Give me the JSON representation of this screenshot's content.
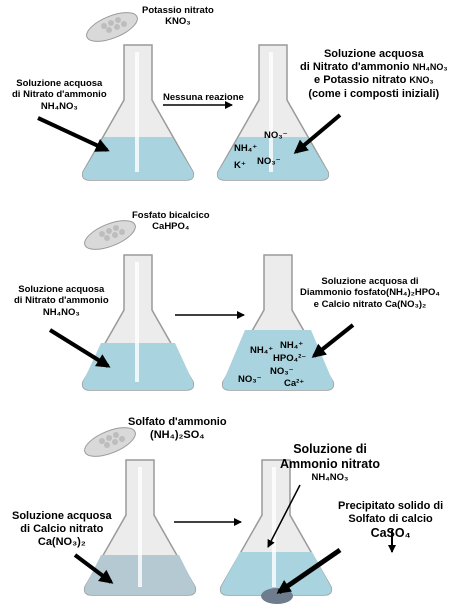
{
  "rows": [
    {
      "added": {
        "name": "Potassio nitrato",
        "formula": "KNO₃"
      },
      "left": {
        "line1": "Soluzione acquosa",
        "line2": "di Nitrato d'ammonio",
        "formula": "NH₄NO₃"
      },
      "arrow_label": "Nessuna reazione",
      "right": {
        "line1": "Soluzione acquosa",
        "line2": "di Nitrato d'ammonio",
        "formula2": "NH₄NO₃",
        "line3": "e Potassio nitrato",
        "formula3": "KNO₃",
        "line4": "(come i composti iniziali)"
      },
      "ions": [
        "NO₃⁻",
        "NH₄⁺",
        "K⁺",
        "NO₃⁻"
      ]
    },
    {
      "added": {
        "name": "Fosfato bicalcico",
        "formula": "CaHPO₄"
      },
      "left": {
        "line1": "Soluzione acquosa",
        "line2": "di Nitrato d'ammonio",
        "formula": "NH₄NO₃"
      },
      "right": {
        "line1": "Soluzione acquosa di",
        "line2": "Diammonio fosfato",
        "formula2": "(NH₄)₂HPO₄",
        "line3": "e Calcio nitrato",
        "formula3": "Ca(NO₃)₂"
      },
      "ions": [
        "NH₄⁺",
        "NH₄⁺",
        "HPO₄²⁻",
        "NO₃⁻",
        "NO₃⁻",
        "Ca²⁺"
      ]
    },
    {
      "added": {
        "name": "Solfato d'ammonio",
        "formula": "(NH₄)₂SO₄"
      },
      "left": {
        "line1": "Soluzione acquosa",
        "line2": "di Calcio nitrato",
        "formula": "Ca(NO₃)₂"
      },
      "right": {
        "line1": "Soluzione di",
        "line2": "Ammonio nitrato",
        "formula": "NH₄NO₃"
      },
      "precipitate": {
        "line1": "Precipitato solido di",
        "line2": "Solfato di calcio",
        "formula": "CaSO₄"
      }
    }
  ],
  "colors": {
    "liquid": "#a9d3de",
    "liquid_row3": "#b4c9d1",
    "glass": "#ececec",
    "outline": "#9a9a9a",
    "granules": "#bdbdbd",
    "spoon": "#d9d9d9",
    "precipitate": "#6f7c8d"
  }
}
